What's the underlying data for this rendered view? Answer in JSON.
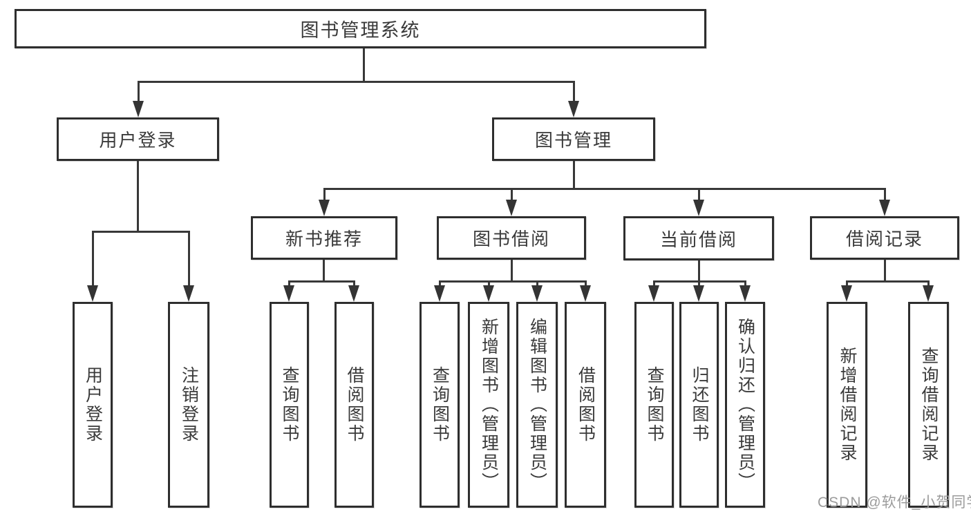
{
  "diagram": {
    "type": "hierarchy-tree",
    "watermark": "CSDN @软件_小贺同学",
    "colors": {
      "background": "#ffffff",
      "box_border": "#2e2e2e",
      "line": "#383838",
      "text": "#3a3a3a",
      "watermark_text": "#9b9b9b"
    },
    "tree": {
      "label": "图书管理系统",
      "children": [
        {
          "label": "用户登录",
          "children": [
            {
              "label": "用户登录"
            },
            {
              "label": "注销登录"
            }
          ]
        },
        {
          "label": "图书管理",
          "children": [
            {
              "label": "新书推荐",
              "children": [
                {
                  "label": "查询图书"
                },
                {
                  "label": "借阅图书"
                }
              ]
            },
            {
              "label": "图书借阅",
              "children": [
                {
                  "label": "查询图书"
                },
                {
                  "label": "新增图书（管理员）"
                },
                {
                  "label": "编辑图书（管理员）"
                },
                {
                  "label": "借阅图书"
                }
              ]
            },
            {
              "label": "当前借阅",
              "children": [
                {
                  "label": "查询图书"
                },
                {
                  "label": "归还图书"
                },
                {
                  "label": "确认归还（管理员）"
                }
              ]
            },
            {
              "label": "借阅记录",
              "children": [
                {
                  "label": "新增借阅记录"
                },
                {
                  "label": "查询借阅记录"
                }
              ]
            }
          ]
        }
      ]
    }
  }
}
